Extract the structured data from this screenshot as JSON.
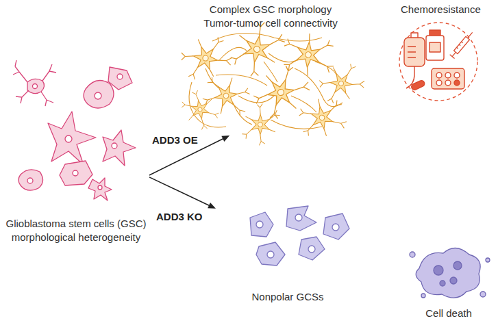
{
  "diagram": {
    "nodes": [
      {
        "text": [
          "Glioblastoma stem cells (GSC) morphological heterogeneity"
        ]
      },
      {
        "text": [
          "Complex GSC morphology",
          "Tumor-tumor cell connectivity"
        ]
      },
      {
        "text": [
          "Nonpolar GCSs"
        ]
      }
    ],
    "edges": [
      {
        "from": 0,
        "to": 1,
        "label": "ADD3 OE",
        "arrow": "to"
      },
      {
        "from": 0,
        "to": 2,
        "label": "ADD3 KO",
        "arrow": "to"
      }
    ],
    "labels": [
      "Chemoresistance",
      "Cell death"
    ]
  }
}
